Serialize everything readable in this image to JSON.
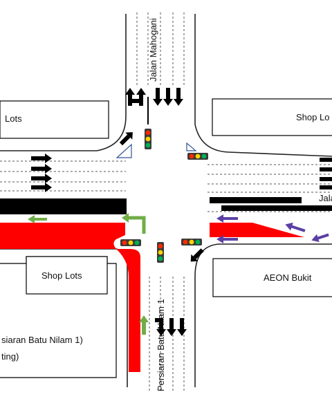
{
  "labels": {
    "road_north": "Jalan Mahogani",
    "road_south": "Persiaran Batu Nilam 1",
    "road_east_partial": "Jala",
    "lot_nw": "Lots",
    "lot_ne": "Shop Lo",
    "lot_sw": "Shop Lots",
    "lot_se": "AEON Bukit",
    "lot_sw_bottom_line1": "siaran Batu Nilam 1)",
    "lot_sw_bottom_line2": "ting)"
  },
  "colors": {
    "road_line": "#222222",
    "lane_dash": "#555555",
    "black_arrow": "#000000",
    "red_flow": "#ff0000",
    "green_arrow": "#70ad47",
    "purple_arrow": "#5b3fa3",
    "signal_red": "#ff2a00",
    "signal_yellow": "#ffd400",
    "signal_green": "#00b050",
    "triangle": "#2f5597"
  }
}
